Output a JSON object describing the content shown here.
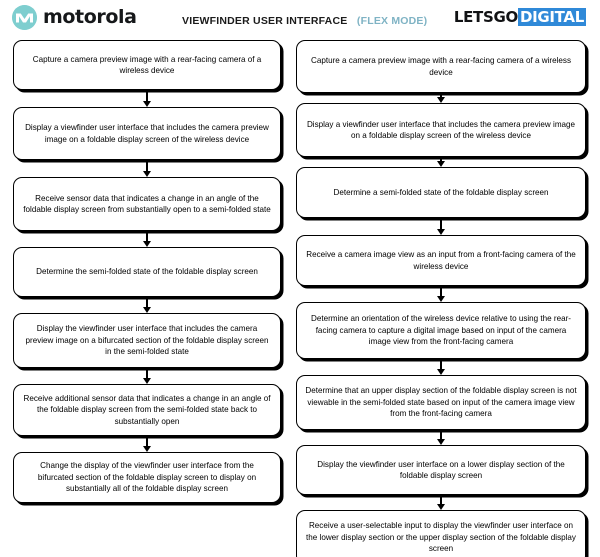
{
  "header": {
    "brand_left": {
      "logo_mark": "motorola-batwing-icon",
      "wordmark": "motorola",
      "mark_color": "#7ececf"
    },
    "title": "VIEWFINDER USER INTERFACE",
    "title_suffix": "(FLEX MODE)",
    "title_suffix_color": "#7fb3c4",
    "brand_right": {
      "part_a": "LETSGO",
      "part_b": "DIGITAL",
      "highlight_color": "#2f89d8"
    }
  },
  "chart_data": {
    "type": "diagram",
    "diagram_kind": "flowchart",
    "title": "VIEWFINDER USER INTERFACE (FLEX MODE)",
    "orientation": "top-to-bottom",
    "columns": 2,
    "connector": "downward-arrow",
    "flows": [
      {
        "name": "left-flow",
        "steps": [
          "Capture a camera preview image with a rear-facing camera of a wireless device",
          "Display a viewfinder user interface that includes the camera preview image on a foldable display screen of the wireless device",
          "Receive sensor data that indicates a change in an angle of the foldable display screen from substantially open to a semi-folded state",
          "Determine the semi-folded state of the foldable display screen",
          "Display the viewfinder user interface that includes the camera preview image on a bifurcated section of the foldable display screen in the semi-folded state",
          "Receive additional sensor data that indicates a change in an angle of the foldable display screen from the semi-folded state back to substantially open",
          "Change the display of the viewfinder user interface from the bifurcated section of the foldable display screen to display on substantially all of the foldable display screen"
        ]
      },
      {
        "name": "right-flow",
        "steps": [
          "Capture a camera preview image with a rear-facing camera of a wireless device",
          "Display a viewfinder user interface that includes the camera preview image on a foldable display screen of the wireless device",
          "Determine a semi-folded state of the foldable display screen",
          "Receive a camera image view as an input from a front-facing camera of the wireless device",
          "Determine an orientation of the wireless device relative to using the rear-facing camera to capture a digital image based on input of the camera image view from the front-facing camera",
          "Determine that an upper display section of the foldable display screen is not viewable in the semi-folded state based on input of the camera image view from the front-facing camera",
          "Display the viewfinder user interface on a lower display section of the foldable display screen",
          "Receive a user-selectable input to display the viewfinder user interface on the lower display section or the upper display section of the foldable display screen"
        ]
      }
    ]
  },
  "layout": {
    "left_nodes": [
      {
        "height": 50,
        "gap": 17
      },
      {
        "height": 53,
        "gap": 17
      },
      {
        "height": 54,
        "gap": 16
      },
      {
        "height": 50,
        "gap": 16
      },
      {
        "height": 55,
        "gap": 16
      },
      {
        "height": 52,
        "gap": 16
      },
      {
        "height": 51,
        "gap": 0
      }
    ],
    "right_nodes": [
      {
        "height": 53,
        "gap": 10
      },
      {
        "height": 54,
        "gap": 10
      },
      {
        "height": 51,
        "gap": 17
      },
      {
        "height": 51,
        "gap": 16
      },
      {
        "height": 57,
        "gap": 16
      },
      {
        "height": 55,
        "gap": 15
      },
      {
        "height": 50,
        "gap": 15
      },
      {
        "height": 55,
        "gap": 0
      }
    ]
  }
}
